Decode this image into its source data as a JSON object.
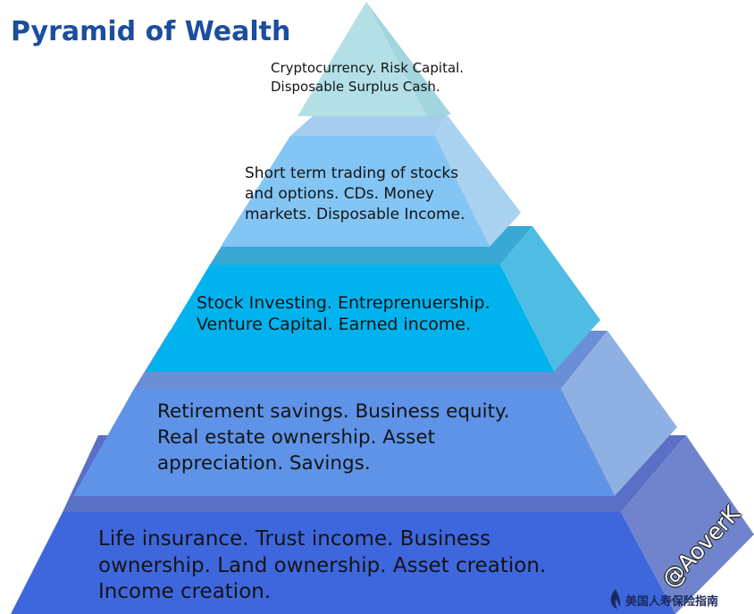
{
  "title": "Pyramid of Wealth",
  "tiers": [
    {
      "lines": [
        "Cryptocurrency. Risk Capital.",
        "Disposable Surplus Cash."
      ]
    },
    {
      "lines": [
        "Short term trading of stocks",
        "and options. CDs. Money",
        "markets. Disposable Income."
      ]
    },
    {
      "lines": [
        "Stock Investing. Entreprenuership.",
        "Venture Capital. Earned income."
      ]
    },
    {
      "lines": [
        "Retirement savings. Business equity.",
        "Real estate ownership. Asset",
        "appreciation. Savings."
      ]
    },
    {
      "lines": [
        "Life insurance. Trust income. Business",
        "ownership. Land ownership. Asset creation.",
        "Income creation."
      ]
    }
  ],
  "watermark": {
    "handle": "@AoverK",
    "logo_text": "美国人寿保险指南",
    "logo_icon": "flame-icon"
  },
  "colors": {
    "title": "#1c4e9e",
    "tip_front": "#b3e0e6",
    "tip_side": "#a2d5dd",
    "tier4_top": "#a6cdee",
    "tier4_front": "#83c5f4",
    "tier4_side": "#a9d2f0",
    "tier3_top": "#3aa8d5",
    "tier3_front": "#00b3ef",
    "tier3_side": "#4fbde3",
    "tier2_top": "#6a8fd6",
    "tier2_front": "#5e93e8",
    "tier2_side": "#8fb0e2",
    "tier1_top": "#5a6fc6",
    "tier1_front": "#3f67dd",
    "tier1_side": "#6f84cc",
    "logo": "#1b2a5e"
  }
}
